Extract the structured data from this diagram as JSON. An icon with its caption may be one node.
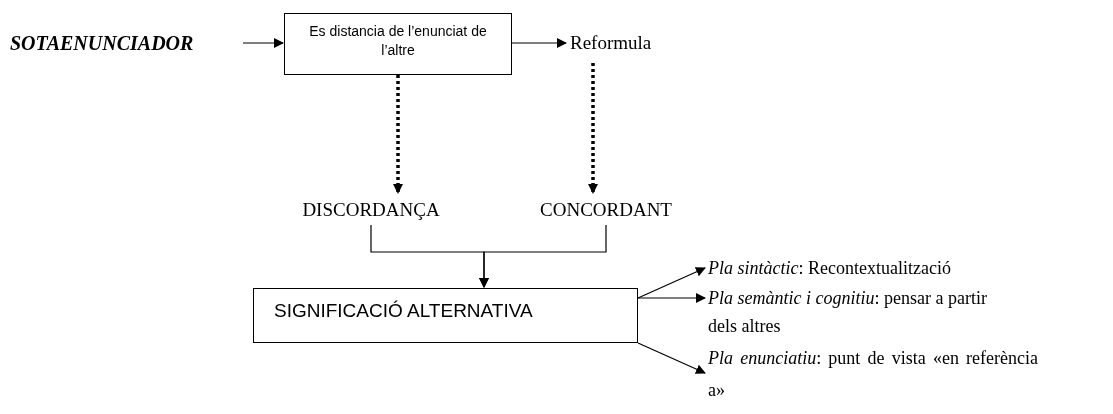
{
  "diagram": {
    "nodes": [
      {
        "text": [
          "SOTAENUNCIADOR"
        ]
      },
      {
        "text": [
          "Es distancia de l’enunciat de l’altre"
        ]
      },
      {
        "text": [
          "Reformula"
        ]
      },
      {
        "text": [
          "DISCORDANÇA"
        ]
      },
      {
        "text": [
          "CONCORDANT"
        ]
      },
      {
        "text": [
          "SIGNIFICACIÓ ALTERNATIVA"
        ]
      },
      {
        "text": [
          "*Pla sintàctic*: Recontextualització"
        ]
      },
      {
        "text": [
          "*Pla semàntic i cognitiu*: pensar a partir dels altres"
        ]
      },
      {
        "text": [
          "*Pla enunciatiu*: punt de vista «en referència a»"
        ]
      }
    ],
    "edges": [
      {
        "from": 0,
        "to": 1,
        "arrow": "to"
      },
      {
        "from": 1,
        "to": 2,
        "arrow": "to"
      },
      {
        "from": 1,
        "to": 3,
        "arrow": "to",
        "style": "dashed"
      },
      {
        "from": 2,
        "to": 4,
        "arrow": "to",
        "style": "dashed"
      },
      {
        "from": 3,
        "to": 5,
        "arrow": "to"
      },
      {
        "from": 4,
        "to": 5,
        "arrow": "to"
      },
      {
        "from": 5,
        "to": 6,
        "arrow": "to"
      },
      {
        "from": 5,
        "to": 7,
        "arrow": "to"
      },
      {
        "from": 5,
        "to": 8,
        "arrow": "to"
      }
    ]
  }
}
